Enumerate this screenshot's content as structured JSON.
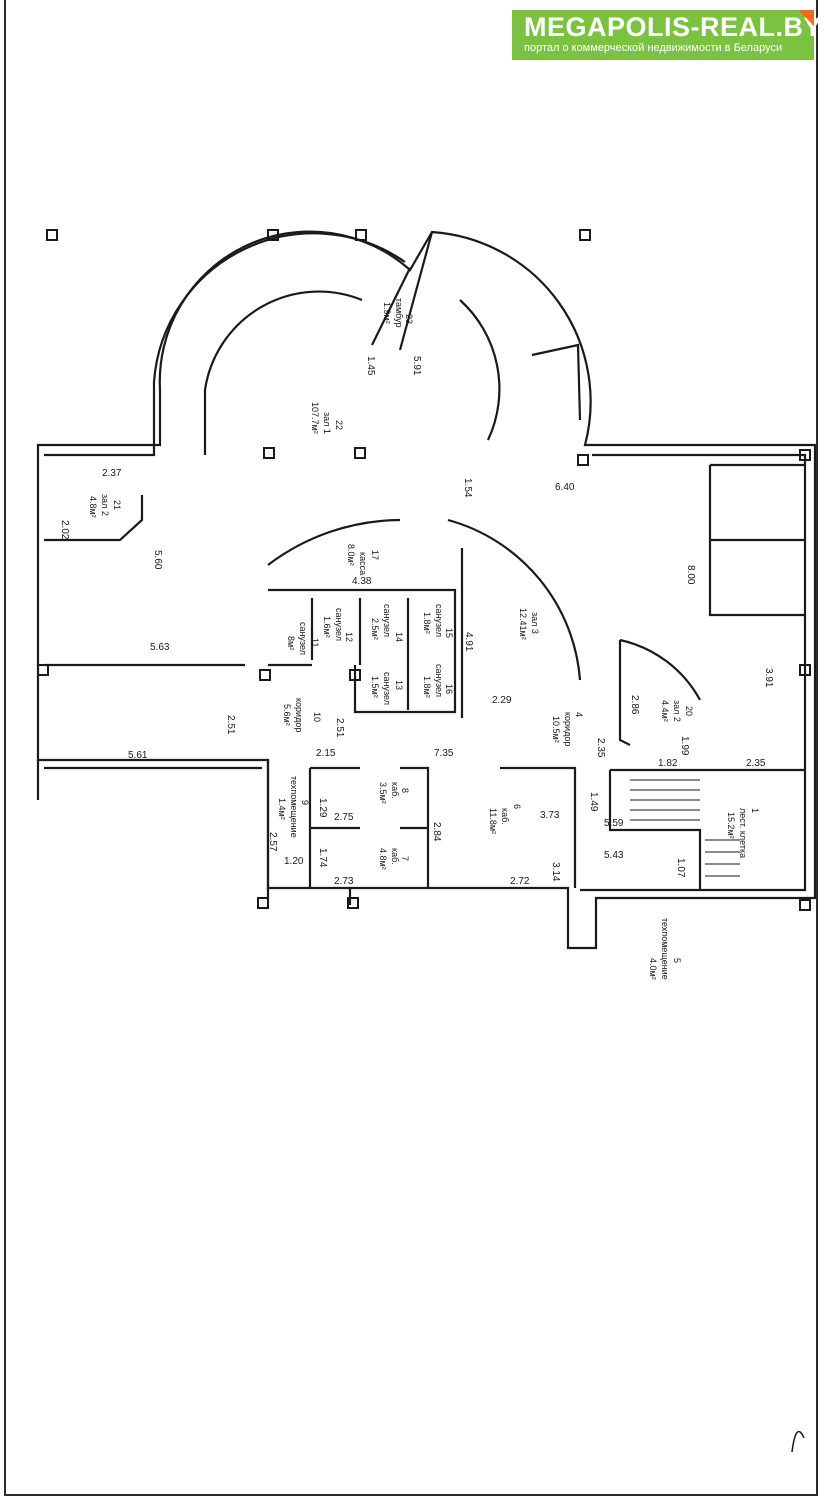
{
  "brand": {
    "name": "MEGAPOLIS-REAL.BY",
    "tagline": "портал о коммерческой недвижимости в Беларуси",
    "color": "#7cc242",
    "accent": "#f26b21"
  },
  "rooms": [
    {
      "number": "1",
      "name": "лест. клетка",
      "area": "15.2м²"
    },
    {
      "number": "4",
      "name": "коридор",
      "area": "10.5м²"
    },
    {
      "number": "5",
      "name": "техпомещение",
      "area": "4.0м²"
    },
    {
      "number": "6",
      "name": "каб.",
      "area": "11.8м²"
    },
    {
      "number": "7",
      "name": "каб.",
      "area": "4.8м²"
    },
    {
      "number": "8",
      "name": "каб.",
      "area": "3.5м²"
    },
    {
      "number": "9",
      "name": "техпомещение",
      "area": "1.4м²"
    },
    {
      "number": "10",
      "name": "коридор",
      "area": "5.6м²"
    },
    {
      "number": "11",
      "name": "санузел",
      "area": "8м²"
    },
    {
      "number": "12",
      "name": "санузел",
      "area": "1.6м²"
    },
    {
      "number": "13",
      "name": "санузел",
      "area": "1.5м²"
    },
    {
      "number": "14",
      "name": "санузел",
      "area": "2.5м²"
    },
    {
      "number": "15",
      "name": "санузел",
      "area": "1.8м²"
    },
    {
      "number": "16",
      "name": "санузел",
      "area": "1.8м²"
    },
    {
      "number": "17",
      "name": "касса",
      "area": "8.0м²"
    },
    {
      "number": "20",
      "name": "зал 2",
      "area": "4.4м²"
    },
    {
      "number": "21",
      "name": "зал 2",
      "area": "4.8м²"
    },
    {
      "number": "22",
      "name": "зал 1",
      "area": "107.7м²"
    },
    {
      "number": "23",
      "name": "тамбур",
      "area": "1.9м²"
    },
    {
      "number": "3",
      "name": "зал 3",
      "area": "12.41м²"
    }
  ],
  "dimensions": [
    "2.37",
    "2.02",
    "5.60",
    "5.63",
    "2.51",
    "5.61",
    "1.54",
    "6.40",
    "8.00",
    "3.91",
    "4.38",
    "4.91",
    "2.29",
    "2.35",
    "1.82",
    "1.99",
    "2.35",
    "2.86",
    "7.35",
    "3.73",
    "1.49",
    "5.59",
    "5.43",
    "3.14",
    "2.72",
    "1.07",
    "2.51",
    "2.15",
    "2.75",
    "1.29",
    "2.84",
    "1.74",
    "2.73",
    "2.57",
    "1.20",
    "1.45",
    "5.91"
  ]
}
